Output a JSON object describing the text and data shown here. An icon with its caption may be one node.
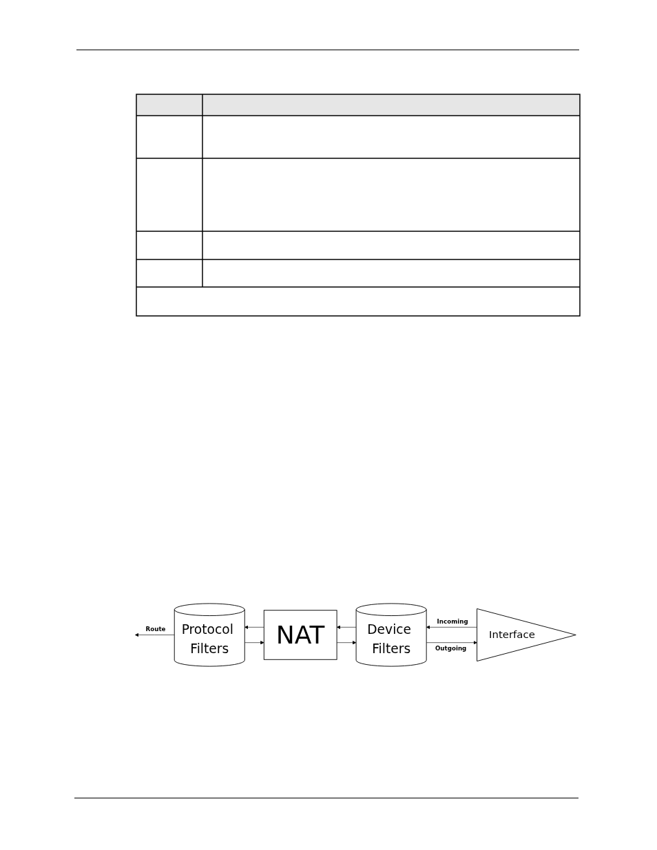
{
  "diagram": {
    "nodes": [
      {
        "text": [
          "Protocol Filters"
        ]
      },
      {
        "text": [
          "NAT"
        ]
      },
      {
        "text": [
          "Device Filters"
        ]
      },
      {
        "text": [
          "Interface"
        ]
      }
    ],
    "edges": [
      {
        "from": 0,
        "to": null,
        "arrow": "to",
        "label": "Route"
      },
      {
        "from": 1,
        "to": 0,
        "arrow": "to"
      },
      {
        "from": 0,
        "to": 1,
        "arrow": "to"
      },
      {
        "from": 2,
        "to": 1,
        "arrow": "to"
      },
      {
        "from": 1,
        "to": 2,
        "arrow": "to"
      },
      {
        "from": 3,
        "to": 2,
        "arrow": "to",
        "label": "Incoming"
      },
      {
        "from": 2,
        "to": 3,
        "arrow": "to",
        "label": "Outgoing"
      }
    ]
  }
}
